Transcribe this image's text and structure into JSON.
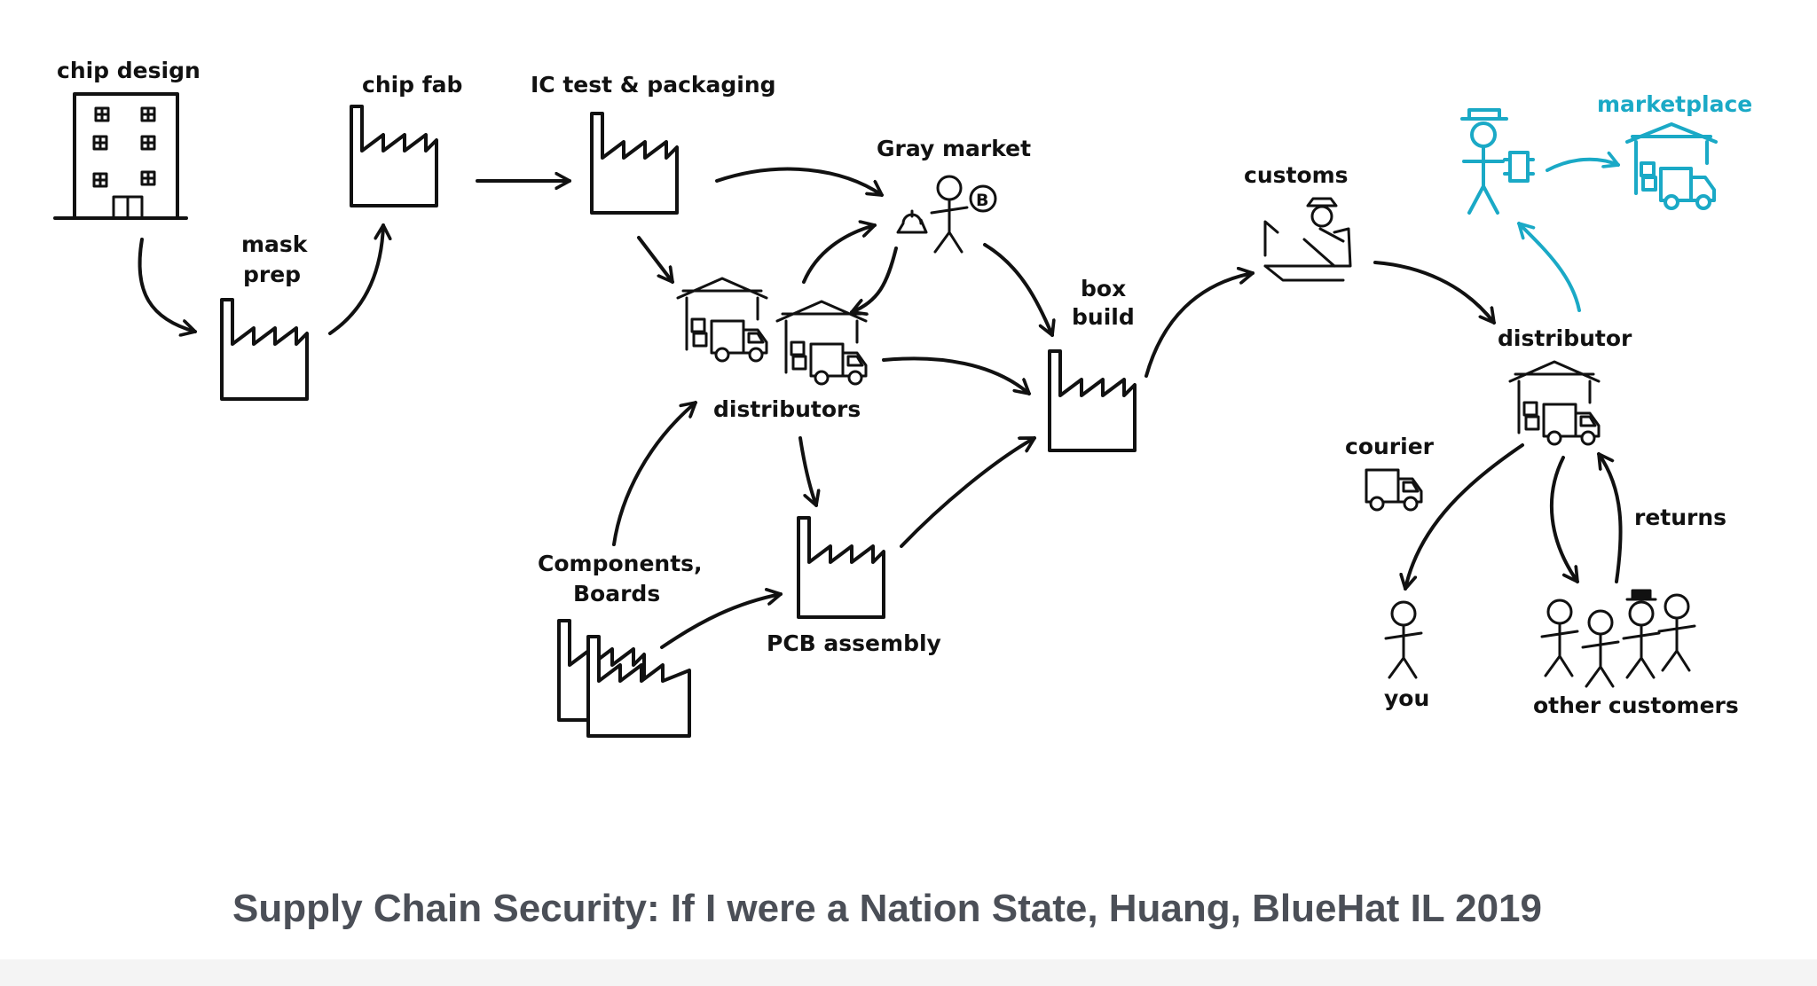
{
  "labels": {
    "chip_design": "chip design",
    "mask_prep_1": "mask",
    "mask_prep_2": "prep",
    "chip_fab": "chip fab",
    "ic_test": "IC test & packaging",
    "gray_market": "Gray market",
    "distributors": "distributors",
    "components_1": "Components,",
    "components_2": "Boards",
    "pcb_assembly": "PCB assembly",
    "box_build_1": "box",
    "box_build_2": "build",
    "customs": "customs",
    "marketplace": "marketplace",
    "distributor": "distributor",
    "courier": "courier",
    "returns": "returns",
    "you": "you",
    "other_customers": "other customers"
  },
  "caption": "Supply Chain Security: If I were a Nation State, Huang, BlueHat IL 2019",
  "colors": {
    "ink": "#111111",
    "accent": "#1aa9c6",
    "caption": "#4b4f57"
  }
}
